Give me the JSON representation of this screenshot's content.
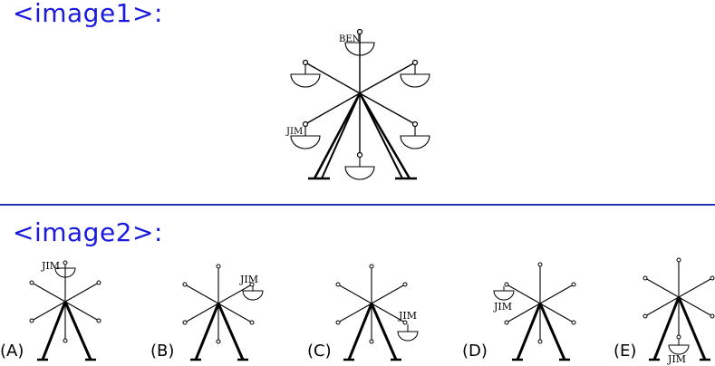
{
  "image1": {
    "label": "<image1>:",
    "names": {
      "top": "BEN",
      "left_lower": "JIM"
    }
  },
  "image2": {
    "label": "<image2>:",
    "options": [
      {
        "letter": "(A)",
        "name": "JIM"
      },
      {
        "letter": "(B)",
        "name": "JIM"
      },
      {
        "letter": "(C)",
        "name": "JIM"
      },
      {
        "letter": "(D)",
        "name": "JIM"
      },
      {
        "letter": "(E)",
        "name": "JIM"
      }
    ]
  }
}
